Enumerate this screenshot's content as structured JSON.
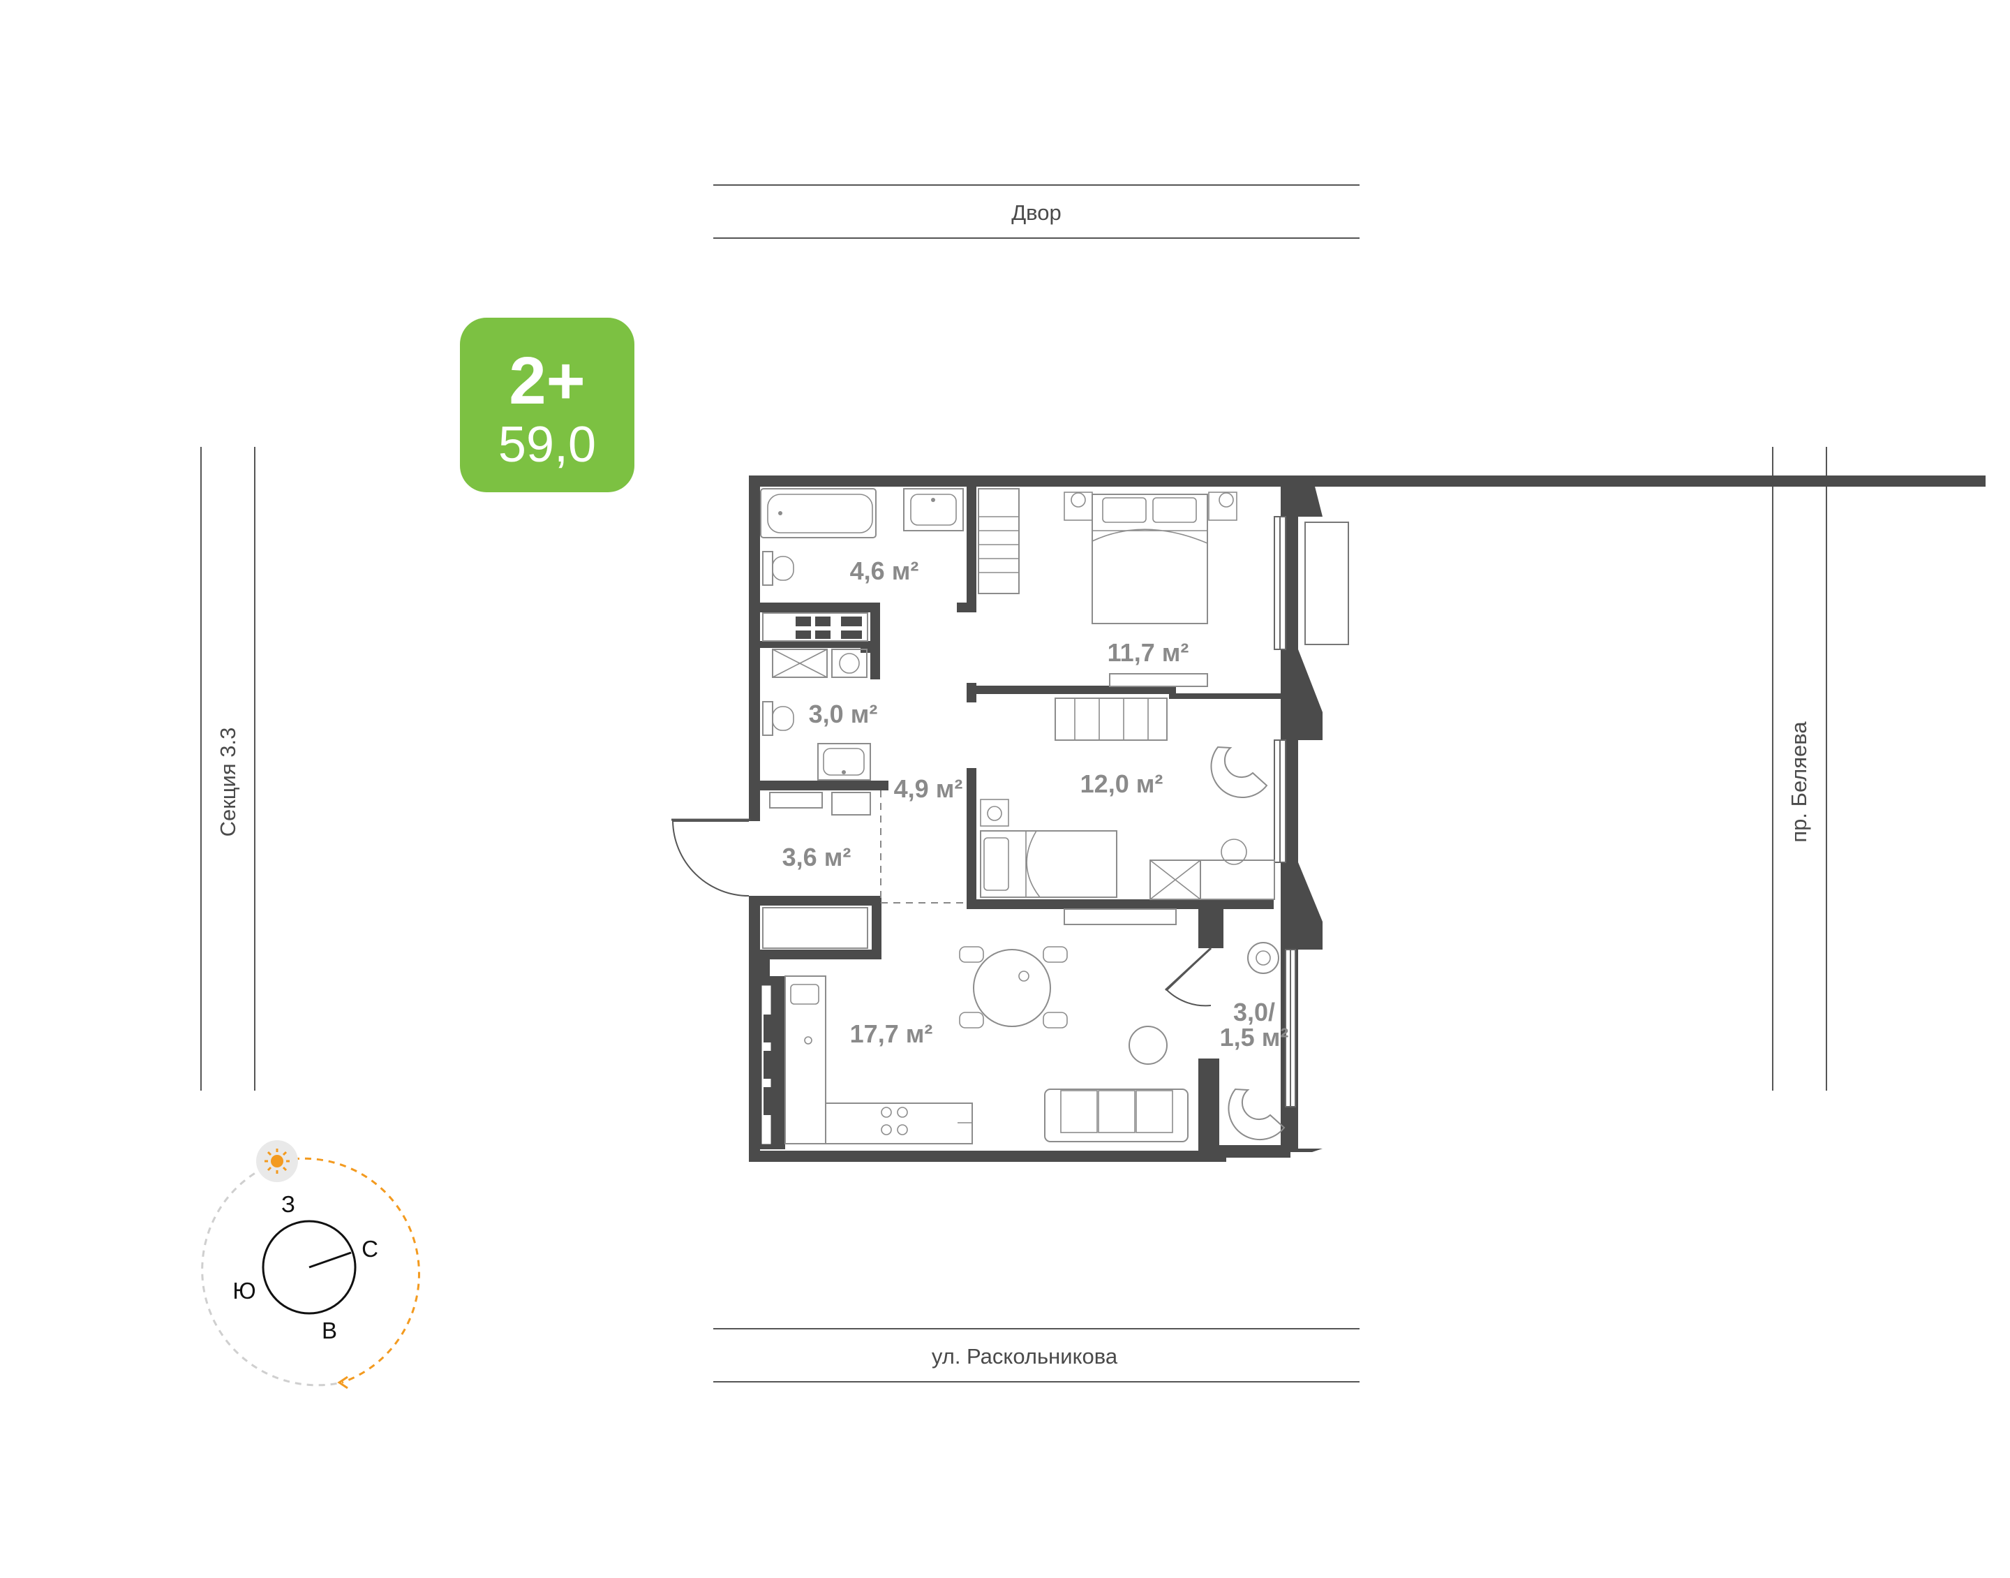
{
  "badge": {
    "type": "2+",
    "area": "59,0",
    "color": "#7cc142"
  },
  "streets": {
    "top": "Двор",
    "bottom": "ул. Раскольникова",
    "left": "Секция 3.3",
    "right": "пр. Беляева"
  },
  "rooms": {
    "bathroom": "4,6 м²",
    "bedroom_1": "11,7 м²",
    "wc": "3,0 м²",
    "hall": "4,9 м²",
    "bedroom_2": "12,0 м²",
    "entrance": "3,6 м²",
    "kitchen_living": "17,7 м²",
    "balcony_line1": "3,0/",
    "balcony_line2": "1,5 м²"
  },
  "compass": {
    "west": "З",
    "north": "С",
    "south": "Ю",
    "east": "В",
    "sun_icon": "sun-icon"
  },
  "colors": {
    "wall": "#4b4b4b",
    "accent": "#7cc142",
    "sun_path": "#f39a1f"
  }
}
